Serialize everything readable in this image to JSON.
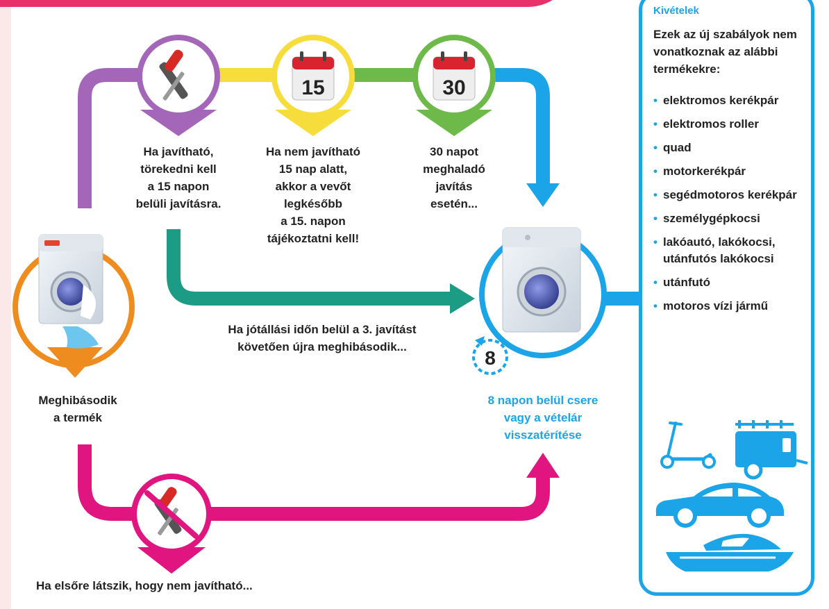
{
  "banner_color": "#e8316b",
  "exceptions": {
    "title": "Kivételek",
    "intro": "Ezek az új szabályok nem vonatkoznak az alábbi termékekre:",
    "items": [
      "elektromos kerékpár",
      "elektromos roller",
      "quad",
      "motorkerékpár",
      "segédmotoros kerékpár",
      "személygépkocsi",
      "lakóautó, lakókocsi, utánfutós lakókocsi",
      "utánfutó",
      "motoros vízi jármű"
    ],
    "vehicle_icons": [
      "scooter-icon",
      "trailer-icon",
      "car-icon",
      "boat-icon"
    ]
  },
  "steps": {
    "repair": {
      "icon": "tools-icon",
      "text": "Ha javítható,\ntörekedni kell\na 15 napon\nbelüli javításra."
    },
    "day15": {
      "icon": "calendar-icon",
      "day": "15",
      "text": "Ha nem javítható\n15 nap alatt,\nakkor a vevőt\nlegkésőbb\na 15. napon\ntájékoztatni kell!"
    },
    "day30": {
      "icon": "calendar-icon",
      "day": "30",
      "text": "30 napot\nmeghaladó\njavítás\nesetén..."
    },
    "third_repair": {
      "text": "Ha jótállási időn belül a 3. javítást\nkövetően újra meghibásodik..."
    },
    "not_repairable": {
      "icon": "no-tools-icon",
      "text": "Ha elsőre látszik, hogy nem javítható..."
    },
    "broken": {
      "icon": "broken-washing-machine-icon",
      "text": "Meghibásodik\na termék"
    },
    "replacement": {
      "icon": "washing-machine-icon",
      "badge": "8",
      "text": "8 napon belül csere\nvagy a vételár\nvisszatérítése"
    }
  },
  "colors": {
    "purple": "#a466b8",
    "yellow": "#f7dd3c",
    "green": "#6dba4a",
    "blue": "#1ba4e8",
    "teal": "#1c9c85",
    "magenta": "#e0157f",
    "orange": "#ef8c1f",
    "calendar_red": "#d92430"
  }
}
